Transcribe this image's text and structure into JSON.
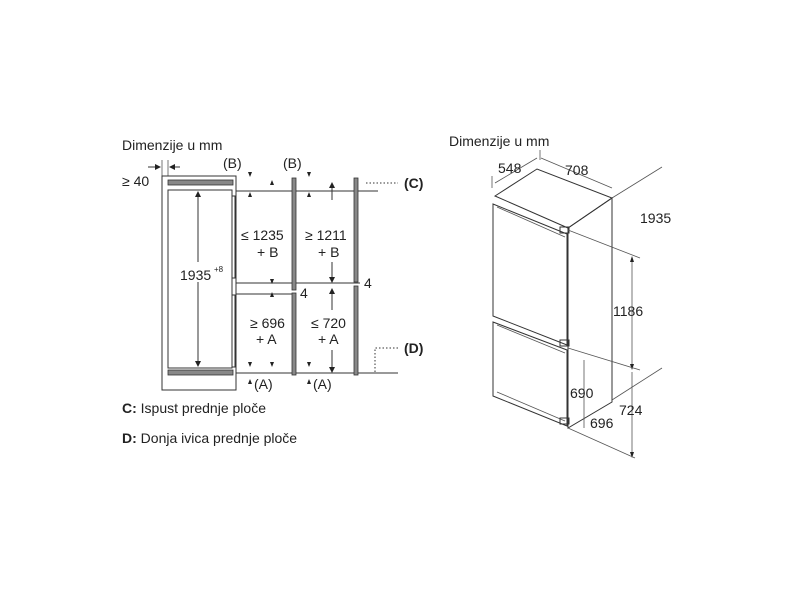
{
  "left_diagram": {
    "title": "Dimenzije u mm",
    "gap_min": "≥ 40",
    "height": "1935",
    "height_tol": "+8",
    "label_b1": "(B)",
    "label_b2": "(B)",
    "label_a1": "(A)",
    "label_a2": "(A)",
    "label_c": "(C)",
    "label_d": "(D)",
    "upper_max": "≤ 1235",
    "upper_min": "≥ 1211",
    "plus_b": "+ B",
    "lower_min": "≥ 696",
    "lower_max": "≤ 720",
    "plus_a": "+ A",
    "gap_4": "4"
  },
  "legend": [
    {
      "key": "C:",
      "text": " Ispust prednje ploče"
    },
    {
      "key": "D:",
      "text": " Donja ivica prednje ploče"
    }
  ],
  "right_diagram": {
    "title": "Dimenzije u mm",
    "depth": "548",
    "width": "708",
    "height": "1935",
    "upper": "1186",
    "lower_front": "690",
    "lower_side": "724",
    "lower_depth": "696"
  }
}
